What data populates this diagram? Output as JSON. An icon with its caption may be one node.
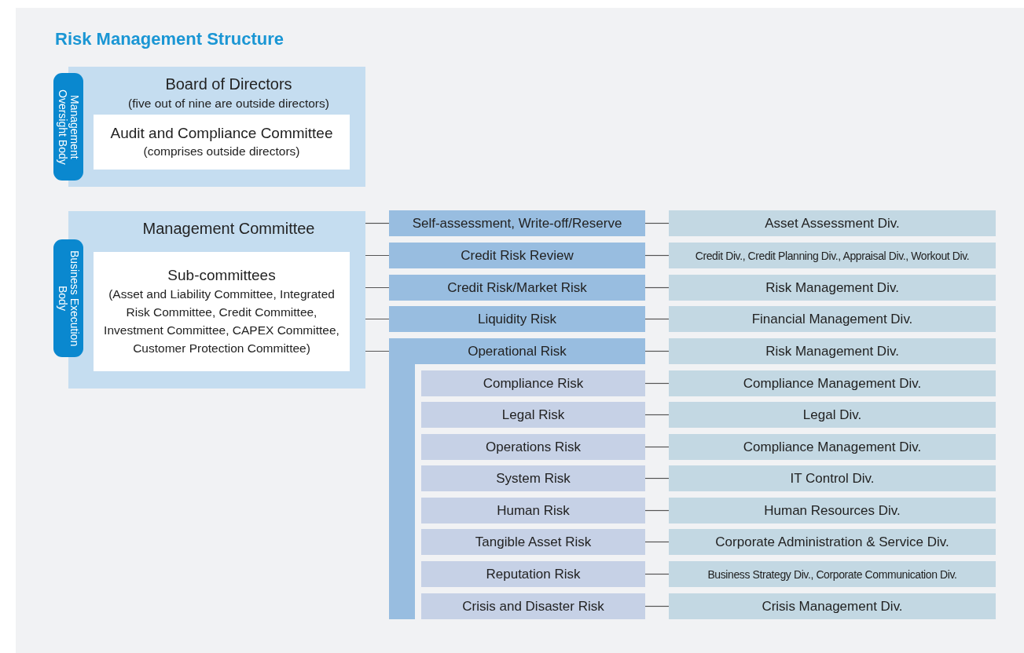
{
  "diagram": {
    "title": "Risk Management Structure",
    "nodes": [
      {
        "text": [
          "Board of Directors",
          "(five out of nine are outside directors)"
        ]
      },
      {
        "text": [
          "Management Oversight Body"
        ]
      },
      {
        "text": [
          "Audit and Compliance Committee",
          "(comprises outside directors)"
        ],
        "in": 0
      },
      {
        "text": [
          "Management Committee"
        ]
      },
      {
        "text": [
          "Business Execution Body"
        ]
      },
      {
        "text": [
          "Sub-committees",
          "(Asset and Liability Committee, Integrated Risk Committee, Credit Committee, Investment Committee, CAPEX Committee, Customer Protection Committee)"
        ],
        "in": 3
      },
      {
        "text": [
          "Self-assessment, Write-off/Reserve"
        ]
      },
      {
        "text": [
          "Credit Risk Review"
        ]
      },
      {
        "text": [
          "Credit Risk/Market Risk"
        ]
      },
      {
        "text": [
          "Liquidity Risk"
        ]
      },
      {
        "text": [
          "Operational Risk"
        ]
      },
      {
        "text": [
          "Compliance Risk"
        ]
      },
      {
        "text": [
          "Legal Risk"
        ]
      },
      {
        "text": [
          "Operations Risk"
        ]
      },
      {
        "text": [
          "System Risk"
        ]
      },
      {
        "text": [
          "Human Risk"
        ]
      },
      {
        "text": [
          "Tangible Asset Risk"
        ]
      },
      {
        "text": [
          "Reputation Risk"
        ]
      },
      {
        "text": [
          "Crisis and Disaster Risk"
        ]
      },
      {
        "text": [
          "Asset Assessment Div."
        ]
      },
      {
        "text": [
          "Credit Div., Credit Planning Div., Appraisal Div., Workout Div."
        ]
      },
      {
        "text": [
          "Risk Management Div."
        ]
      },
      {
        "text": [
          "Financial Management Div."
        ]
      },
      {
        "text": [
          "Risk Management Div."
        ]
      },
      {
        "text": [
          "Compliance Management Div."
        ]
      },
      {
        "text": [
          "Legal Div."
        ]
      },
      {
        "text": [
          "Compliance Management Div."
        ]
      },
      {
        "text": [
          "IT Control Div."
        ]
      },
      {
        "text": [
          "Human Resources Div."
        ]
      },
      {
        "text": [
          "Corporate Administration & Service Div."
        ]
      },
      {
        "text": [
          "Business Strategy Div., Corporate Communication Div."
        ]
      },
      {
        "text": [
          "Crisis Management Div."
        ]
      },
      {
        "text": [],
        "shape": "bar"
      }
    ],
    "edges": [
      {
        "from": 3,
        "to": 6,
        "arrow": "none"
      },
      {
        "from": 5,
        "to": 7,
        "arrow": "none"
      },
      {
        "from": 5,
        "to": 8,
        "arrow": "none"
      },
      {
        "from": 5,
        "to": 9,
        "arrow": "none"
      },
      {
        "from": 5,
        "to": 10,
        "arrow": "none"
      },
      {
        "from": 6,
        "to": 19,
        "arrow": "none"
      },
      {
        "from": 7,
        "to": 20,
        "arrow": "none"
      },
      {
        "from": 8,
        "to": 21,
        "arrow": "none"
      },
      {
        "from": 9,
        "to": 22,
        "arrow": "none"
      },
      {
        "from": 10,
        "to": 23,
        "arrow": "none"
      },
      {
        "from": 11,
        "to": 24,
        "arrow": "none"
      },
      {
        "from": 12,
        "to": 25,
        "arrow": "none"
      },
      {
        "from": 13,
        "to": 26,
        "arrow": "none"
      },
      {
        "from": 14,
        "to": 27,
        "arrow": "none"
      },
      {
        "from": 15,
        "to": 28,
        "arrow": "none"
      },
      {
        "from": 16,
        "to": 29,
        "arrow": "none"
      },
      {
        "from": 17,
        "to": 30,
        "arrow": "none"
      },
      {
        "from": 18,
        "to": 31,
        "arrow": "none"
      }
    ]
  }
}
